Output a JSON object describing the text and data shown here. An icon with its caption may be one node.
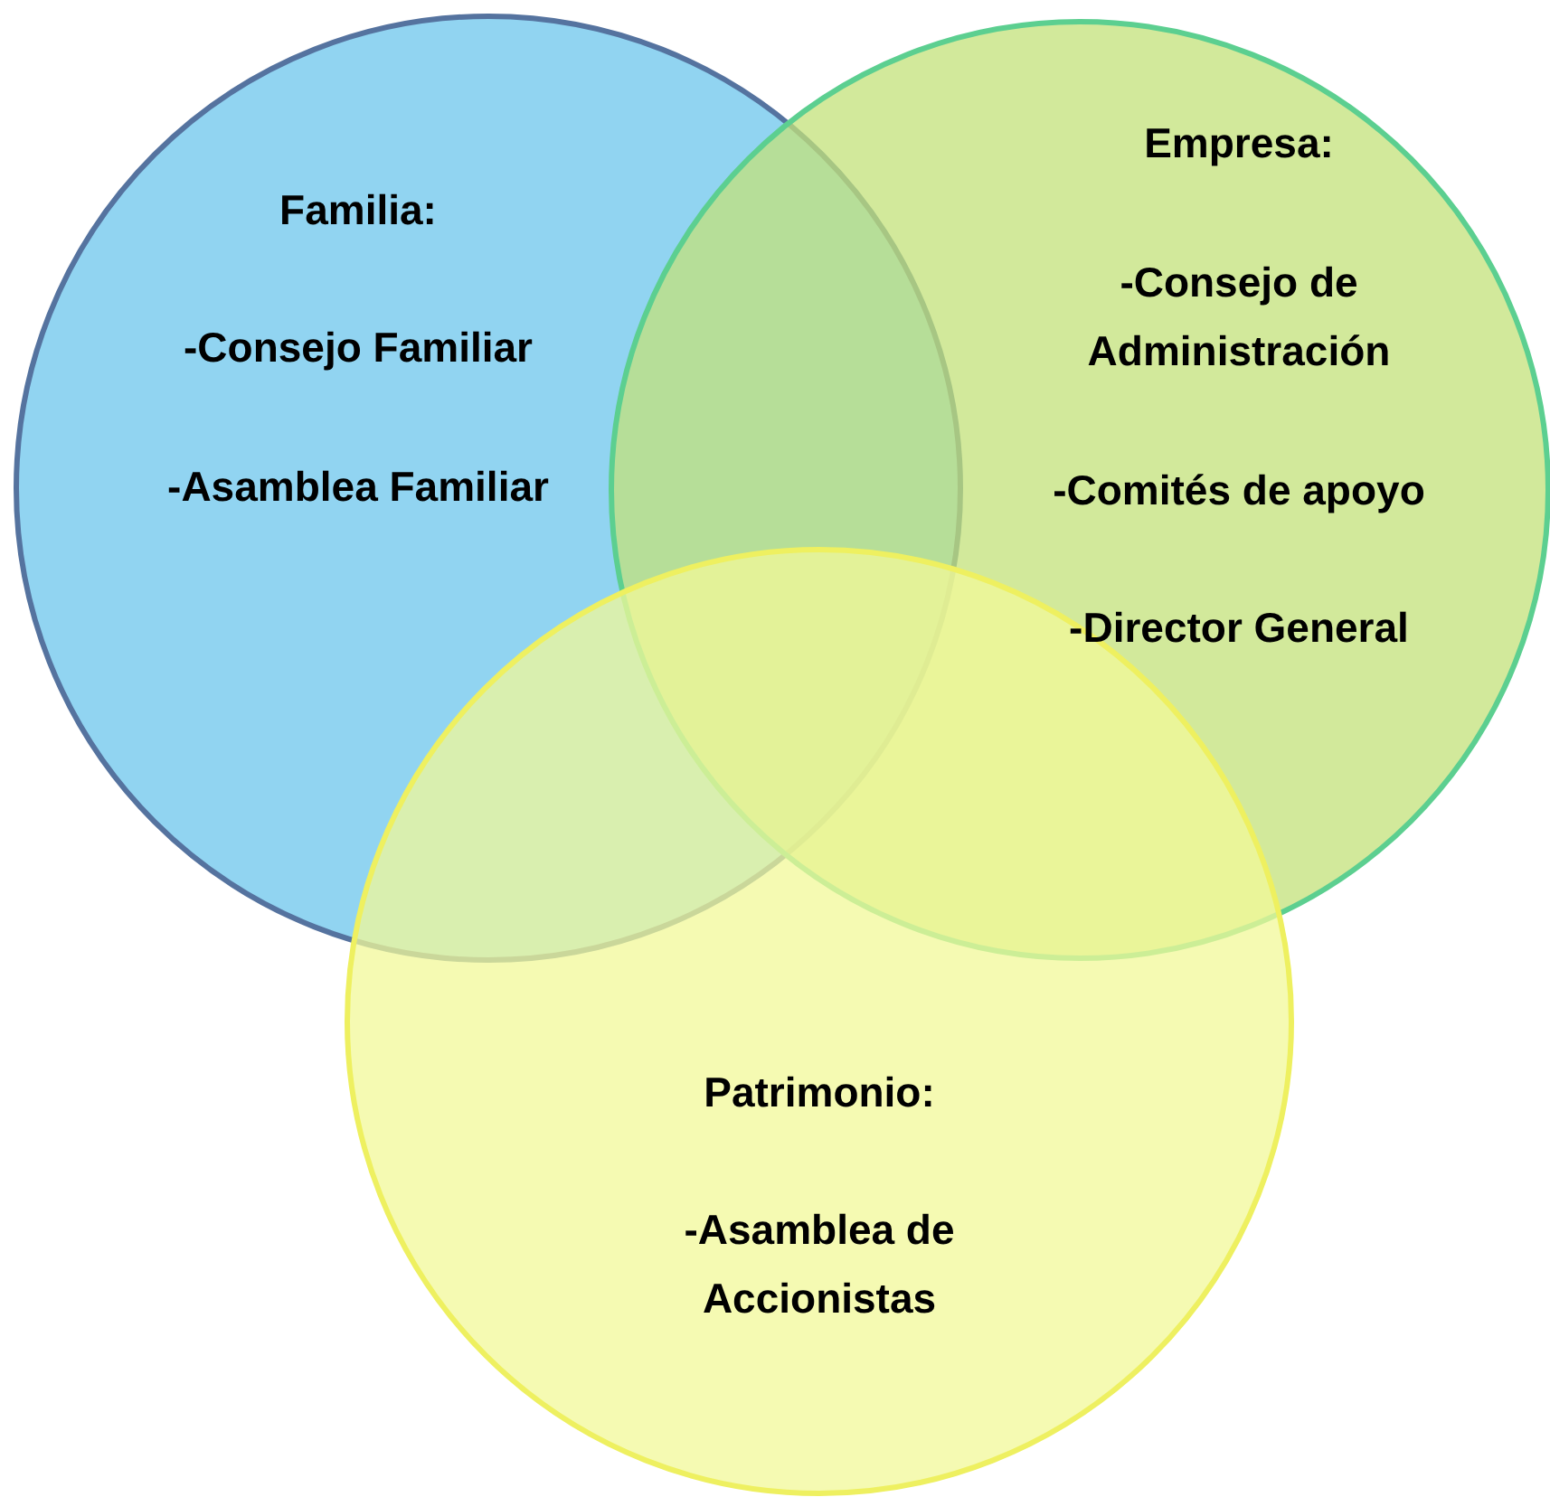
{
  "diagram": {
    "nodes": [
      {
        "text": [
          "Familia:",
          "-Consejo Familiar",
          "-Asamblea Familiar"
        ]
      },
      {
        "text": [
          "Empresa:",
          "-Consejo de Administración",
          "-Comités de apoyo",
          "-Director General"
        ]
      },
      {
        "text": [
          "Patrimonio:",
          "-Asamblea de Accionistas"
        ]
      }
    ]
  }
}
